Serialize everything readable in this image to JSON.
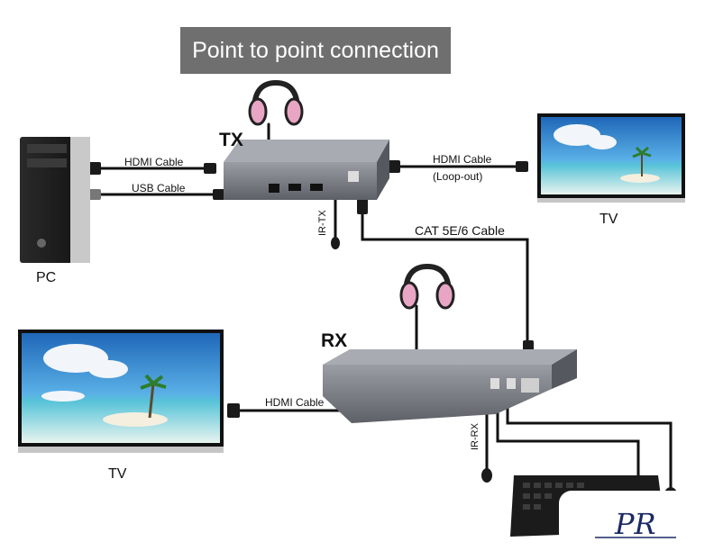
{
  "title": "Point to point connection",
  "labels": {
    "tx": "TX",
    "rx": "RX",
    "pc": "PC",
    "tv_top": "TV",
    "tv_bottom": "TV",
    "hdmi_pc": "HDMI Cable",
    "usb_pc": "USB Cable",
    "hdmi_loop": "HDMI Cable",
    "loop_out": "(Loop-out)",
    "cat": "CAT 5E/6 Cable",
    "ir_tx": "IR-TX",
    "ir_rx": "IR-RX",
    "hdmi_rx": "HDMI Cable"
  },
  "logo_text": "PR",
  "colors": {
    "device_gray": "#7c7f86",
    "title_bg": "#6f6f6f",
    "headphone_pink": "#e8a6c4",
    "sky": "#3b8fd8",
    "sea": "#46b8d6"
  }
}
